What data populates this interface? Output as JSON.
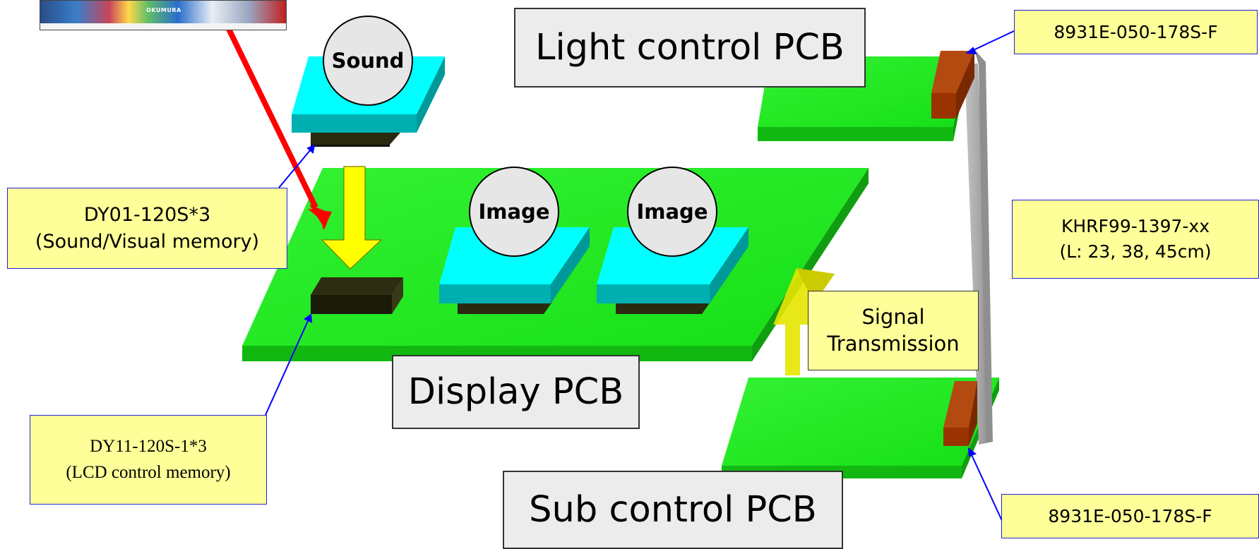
{
  "boxes": {
    "light_control_pcb": "Light control PCB",
    "display_pcb": "Display PCB",
    "sub_control_pcb": "Sub control PCB",
    "signal_transmission": [
      "Signal",
      "Transmission"
    ],
    "connector_top": "8931E-050-178S-F",
    "connector_bottom": "8931E-050-178S-F",
    "cable": [
      "KHRF99-1397-xx",
      "(L: 23, 38, 45cm)"
    ],
    "sound_visual_memory": [
      "DY01-120S*3",
      "(Sound/Visual memory)"
    ],
    "lcd_control_memory": [
      "DY11-120S-1*3",
      "(LCD control memory)"
    ]
  },
  "chips": {
    "sound": "Sound",
    "image_1": "Image",
    "image_2": "Image"
  },
  "thumbnail": {
    "brand": "OKUMURA"
  },
  "colors": {
    "pcb": "#22ee22",
    "chip": "#00ffff",
    "connector": "#993300",
    "arrow": "#ffff00",
    "cable": "#a9a9a9",
    "note_bg": "#ffff99",
    "pointer": "#0000ff",
    "red_arrow": "#ff0000"
  }
}
